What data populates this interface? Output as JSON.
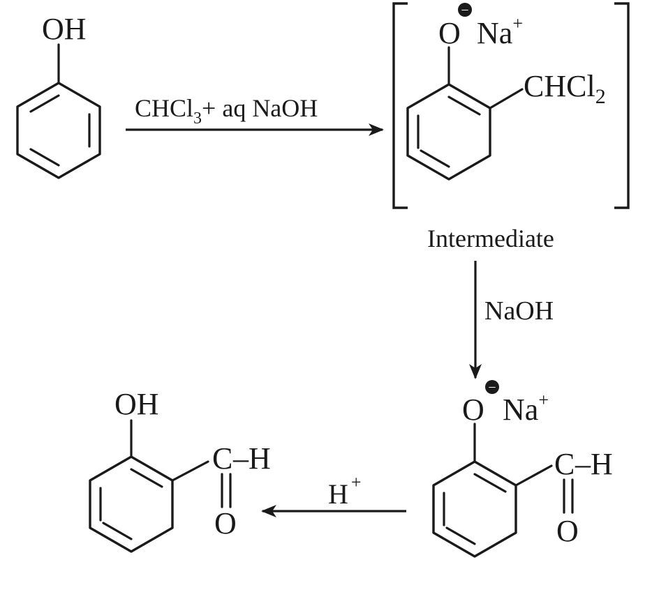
{
  "reactant": {
    "substituent": "OH"
  },
  "step1": {
    "reagent_main": "CHCl",
    "reagent_sub": "3",
    "reagent_rest": "+ aq NaOH"
  },
  "intermediate": {
    "oxygen": "O",
    "charge_symbol": "−",
    "counter_ion": "Na",
    "counter_charge": "+",
    "side_group_main": "CHCl",
    "side_group_sub": "2",
    "label": "Intermediate"
  },
  "step2": {
    "reagent": "NaOH"
  },
  "phenoxide_aldehyde": {
    "oxygen": "O",
    "charge_symbol": "−",
    "counter_ion": "Na",
    "counter_charge": "+",
    "carbonyl_c": "C",
    "carbonyl_h": "–H",
    "carbonyl_o": "O"
  },
  "step3": {
    "reagent": "H",
    "reagent_charge": "+"
  },
  "product": {
    "substituent": "OH",
    "carbonyl_c": "C",
    "carbonyl_h": "–H",
    "carbonyl_o": "O"
  }
}
